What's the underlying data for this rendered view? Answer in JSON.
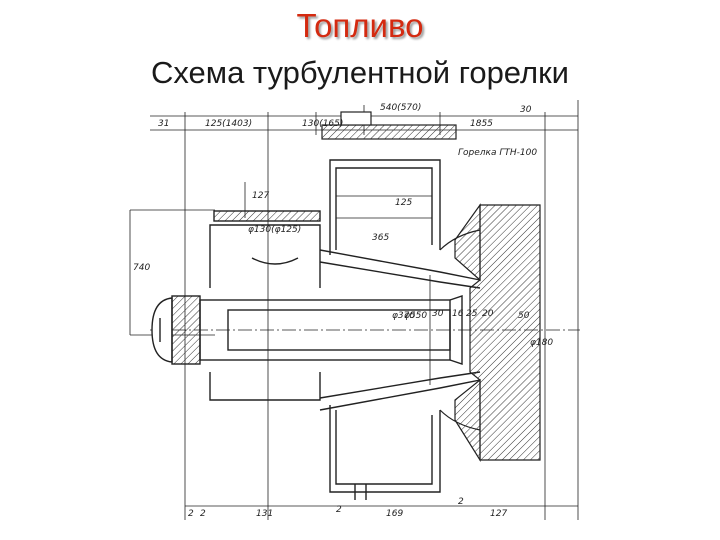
{
  "slide": {
    "title": "Топливо",
    "subtitle": "Схема турбулентной горелки",
    "title_color": "#d42a10"
  },
  "drawing": {
    "caption": "Горелка ГТН-100",
    "dimensions": {
      "d_540_570": "540(570)",
      "d_30": "30",
      "d_31": "31",
      "d_125_1403": "125(1403)",
      "d_130_165": "130(165)",
      "d_1855": "1855",
      "d_127_top": "127",
      "d_125_mid": "125",
      "d_d130_d125": "φ130(φ125)",
      "d_365": "365",
      "d_740": "740",
      "d_d370": "φ370",
      "d_d550": "φ550",
      "d_30_b": "30",
      "d_16": "16",
      "d_25": "25",
      "d_20": "20",
      "d_50": "50",
      "d_d180": "φ180",
      "d_2_a": "2",
      "d_2_b": "2",
      "d_2_c": "2",
      "d_131": "131",
      "d_169": "169",
      "d_127_bottom": "127",
      "d_2": "2"
    }
  }
}
